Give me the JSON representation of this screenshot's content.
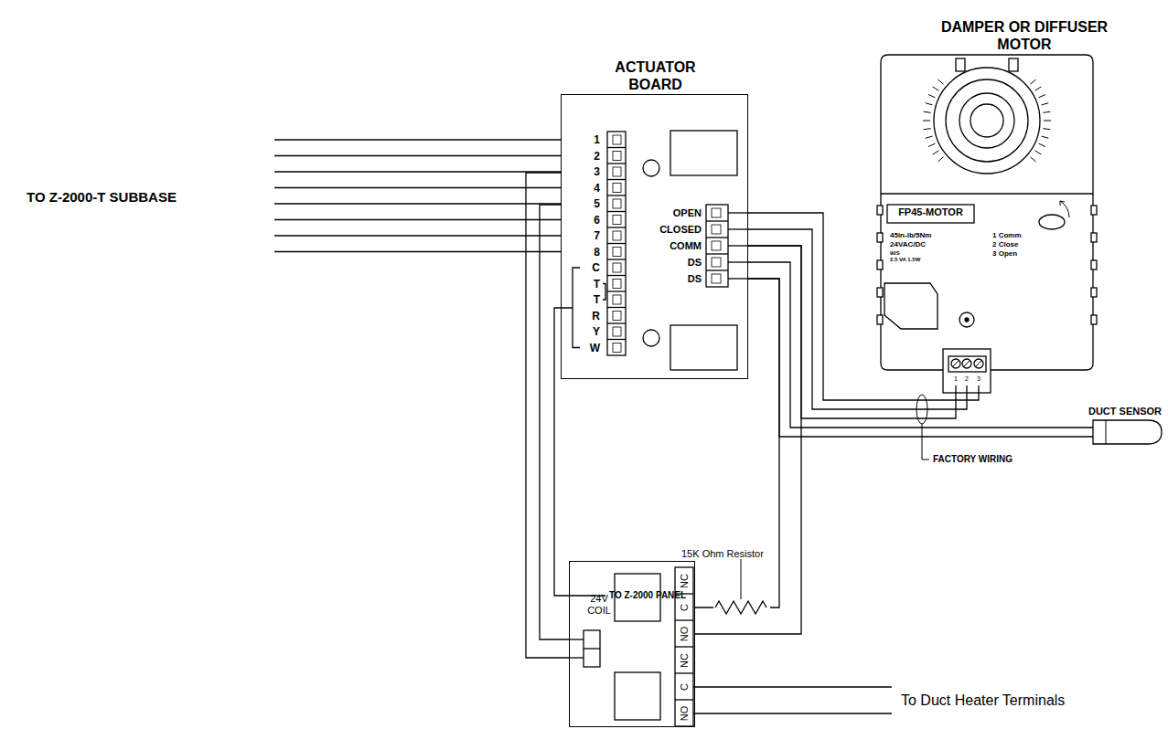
{
  "diagram": {
    "nodes": [
      {
        "text": [
          "ACTUATOR BOARD"
        ]
      },
      {
        "text": [
          "DAMPER OR DIFFUSER MOTOR",
          "FP45-MOTOR",
          "45in-lb/5Nm",
          "24VAC/DC",
          "90S",
          "2.5 VA 1.5W",
          "1 Comm",
          "2 Close",
          "3 Open",
          "1",
          "2",
          "3"
        ]
      },
      {
        "text": [
          "24V COIL"
        ]
      },
      {
        "text": [
          "DUCT SENSOR"
        ]
      }
    ],
    "edges": [
      {
        "from": 0,
        "to": 1,
        "arrow": "none"
      },
      {
        "from": 0,
        "to": 1,
        "arrow": "none"
      },
      {
        "from": 0,
        "to": 1,
        "arrow": "none"
      },
      {
        "from": 0,
        "to": 3,
        "arrow": "none"
      },
      {
        "from": 0,
        "to": 3,
        "arrow": "none"
      },
      {
        "from": 0,
        "to": 2,
        "arrow": "none"
      },
      {
        "from": 0,
        "to": 2,
        "arrow": "none"
      },
      {
        "from": 0,
        "to": 2,
        "arrow": "none"
      },
      {
        "from": 0,
        "to": 2,
        "arrow": "none"
      }
    ],
    "labels": [
      "TO Z-2000-T SUBBASE",
      "1",
      "2",
      "3",
      "4",
      "5",
      "6",
      "7",
      "8",
      "C",
      "T",
      "T",
      "R",
      "Y",
      "W",
      "OPEN",
      "CLOSED",
      "COMM",
      "DS",
      "DS",
      "FACTORY WIRING",
      "TO Z-2000 PANEL",
      "15K Ohm Resistor",
      "NC",
      "C",
      "NO",
      "NC",
      "C",
      "NO",
      "To Duct Heater Terminals"
    ]
  }
}
